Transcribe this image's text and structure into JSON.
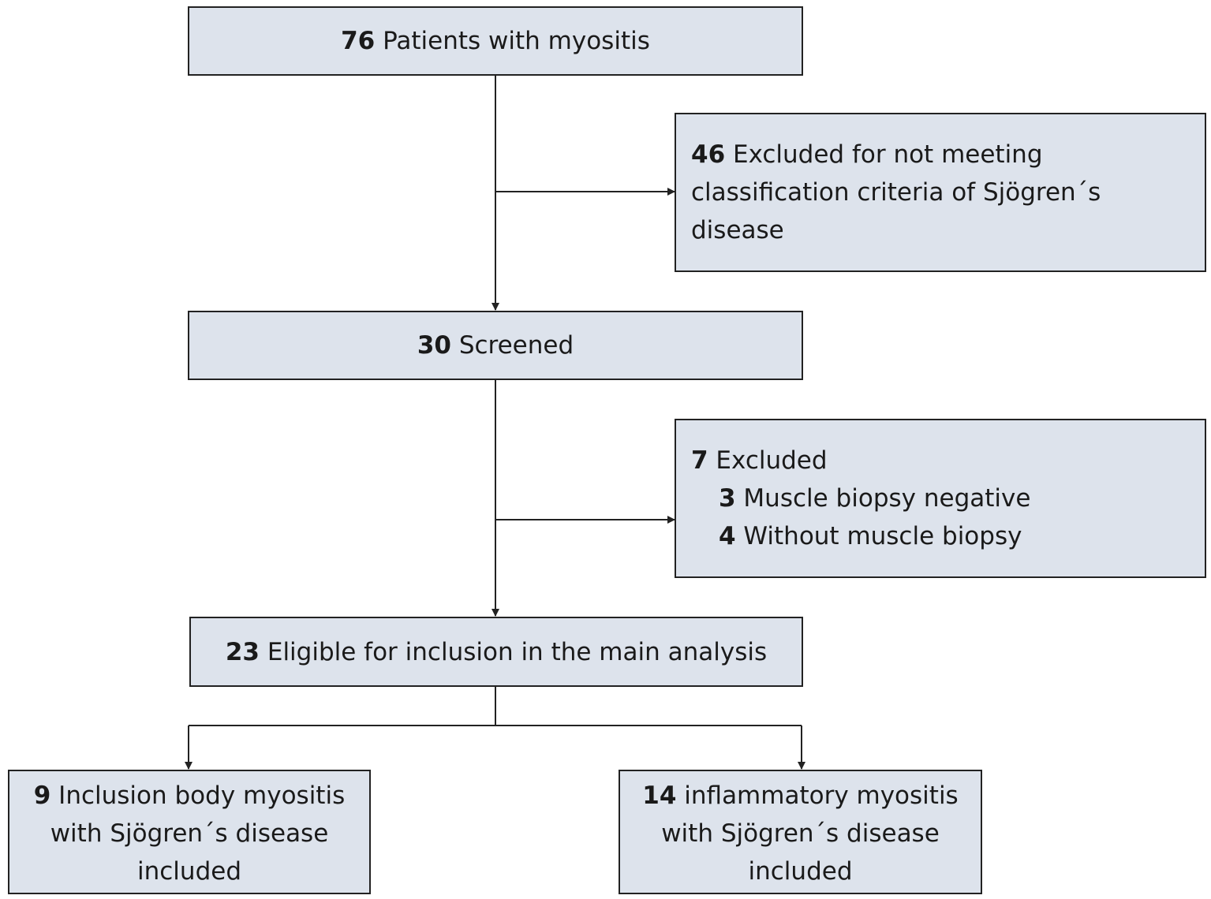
{
  "boxes": {
    "patients": {
      "num": "76",
      "text": " Patients with myositis"
    },
    "excluded_sjogren": {
      "num": "46",
      "line1": " Excluded for not meeting",
      "line2": "classification criteria of Sjögren´s",
      "line3": "disease"
    },
    "screened": {
      "num": "30",
      "text": " Screened"
    },
    "excluded_biopsy": {
      "num": "7",
      "text": " Excluded",
      "items": [
        {
          "num": "3",
          "text": " Muscle biopsy negative"
        },
        {
          "num": "4",
          "text": " Without muscle biopsy"
        }
      ]
    },
    "eligible": {
      "num": "23",
      "text": " Eligible for inclusion in the main analysis"
    },
    "ibm": {
      "num": "9",
      "line1": " Inclusion body myositis",
      "line2": "with Sjögren´s disease",
      "line3": "included"
    },
    "inflammatory": {
      "num": "14",
      "line1": " inflammatory myositis",
      "line2": "with Sjögren´s disease",
      "line3": "included"
    }
  },
  "colors": {
    "box_fill": "#dde3ec",
    "box_border": "#222222",
    "line": "#222222"
  }
}
